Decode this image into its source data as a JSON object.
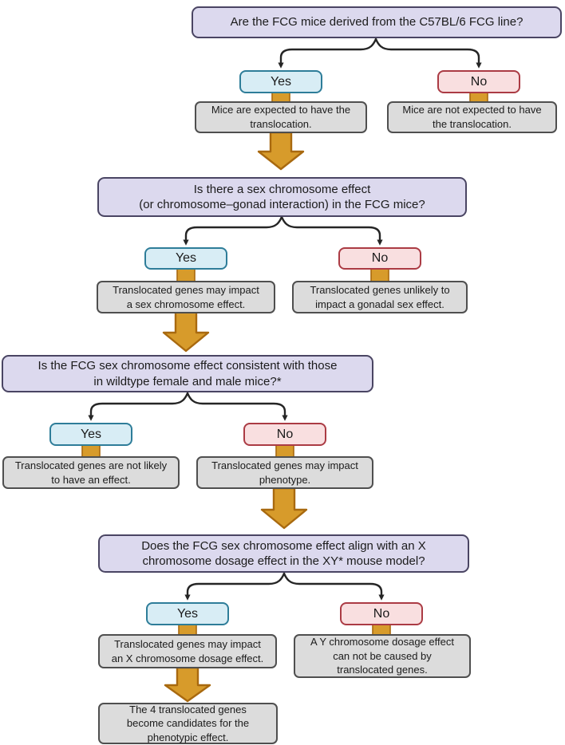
{
  "colors": {
    "question_fill": "#dcd9ee",
    "question_border": "#4a4563",
    "yes_fill": "#d8edf5",
    "yes_border": "#2e7d99",
    "no_fill": "#f9dfe0",
    "no_border": "#ab3b44",
    "result_fill": "#dcdcdc",
    "result_border": "#4f4f4f",
    "arrow_fill": "#d79b2b",
    "arrow_border": "#a8690f",
    "line": "#252525",
    "text": "#1b1b1b"
  },
  "flowchart": {
    "yes_label": "Yes",
    "no_label": "No",
    "questions": {
      "q1": "Are the FCG mice derived from the C57BL/6 FCG line?",
      "q2": [
        "Is there a sex chromosome effect",
        "(or chromosome–gonad interaction) in the FCG mice?"
      ],
      "q3": [
        "Is the FCG sex chromosome effect consistent with those",
        "in wildtype female and male mice?*"
      ],
      "q4": [
        "Does the FCG sex chromosome effect align with an X",
        "chromosome dosage effect in the XY* mouse model?"
      ]
    },
    "results": {
      "q1_yes": [
        "Mice are expected to have the",
        "translocation."
      ],
      "q1_no": [
        "Mice are not expected to have",
        "the translocation."
      ],
      "q2_yes": [
        "Translocated genes may impact",
        "a sex chromosome effect."
      ],
      "q2_no": [
        "Translocated genes unlikely to",
        "impact a gonadal sex effect."
      ],
      "q3_yes": [
        "Translocated genes are not likely",
        "to have an effect."
      ],
      "q3_no": [
        "Translocated genes may impact",
        "phenotype."
      ],
      "q4_yes": [
        "Translocated genes may impact",
        "an X chromosome dosage effect."
      ],
      "q4_no": [
        "A Y chromosome dosage effect",
        "can not be caused by",
        "translocated genes."
      ],
      "final": [
        "The 4 translocated genes",
        "become candidates for the",
        "phenotypic effect."
      ]
    }
  }
}
